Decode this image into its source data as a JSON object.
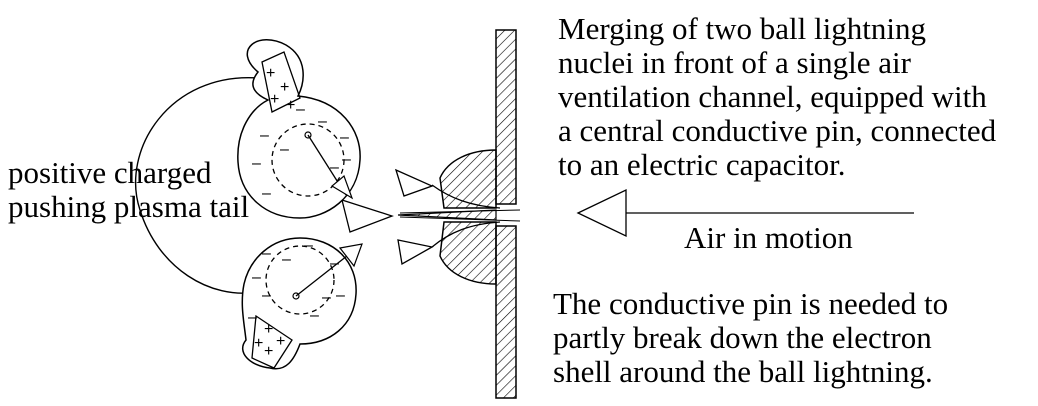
{
  "left_label": {
    "line1": "positive charged",
    "line2": "pushing plasma tail"
  },
  "top_text": {
    "line1": "Merging of two ball lightning",
    "line2": "nuclei in front of a single air",
    "line3": "ventilation channel, equipped with",
    "line4": "a central conductive pin, connected",
    "line5": "to an electric capacitor."
  },
  "airflow": {
    "label": "Air in motion"
  },
  "bottom_text": {
    "line1": "The conductive pin is needed to",
    "line2": "partly break down the electron",
    "line3": "shell around the ball lightning."
  },
  "signs": {
    "plus": "+",
    "minus": "–"
  }
}
